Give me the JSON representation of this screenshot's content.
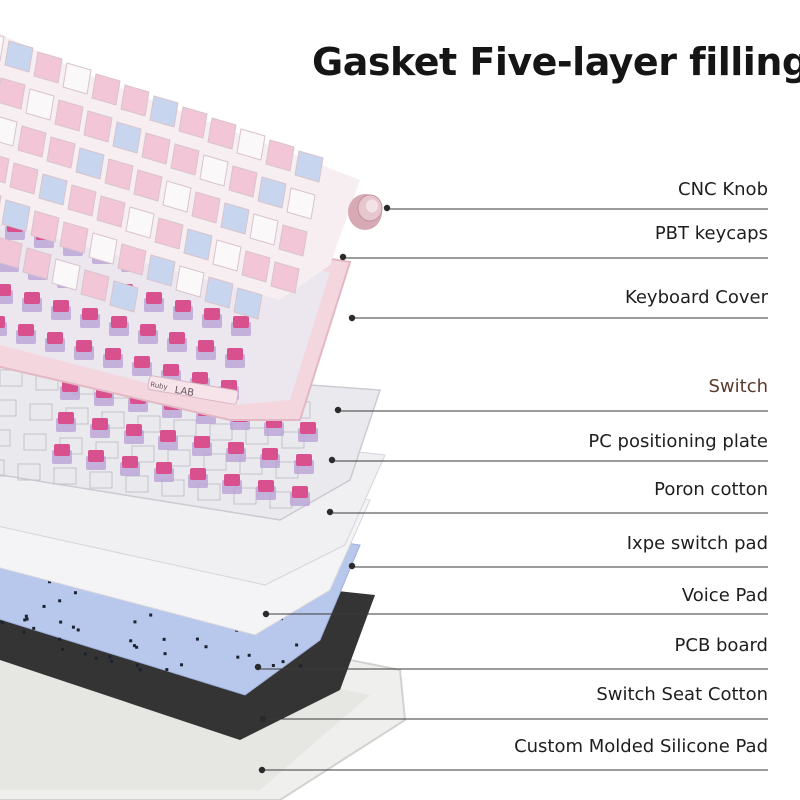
{
  "title": "Gasket Five-layer filling",
  "keyboard_labels": {
    "brand": "LAB",
    "badge": "Ruby"
  },
  "accent_colors": {
    "pink_keycap": "#f2c6d6",
    "blue_keycap": "#c7d6ee",
    "switch_pink": "#d8508e",
    "pcb_blue": "#b8c8ec",
    "dark_pad": "#343434"
  },
  "layers": [
    {
      "name": "CNC Knob"
    },
    {
      "name": "PBT keycaps"
    },
    {
      "name": "Keyboard Cover"
    },
    {
      "name": "Switch"
    },
    {
      "name": "PC positioning plate"
    },
    {
      "name": "Poron  cotton"
    },
    {
      "name": "Ixpe switch pad"
    },
    {
      "name": "Voice Pad"
    },
    {
      "name": "PCB board"
    },
    {
      "name": "Switch Seat Cotton"
    },
    {
      "name": "Custom Molded Silicone Pad"
    }
  ]
}
